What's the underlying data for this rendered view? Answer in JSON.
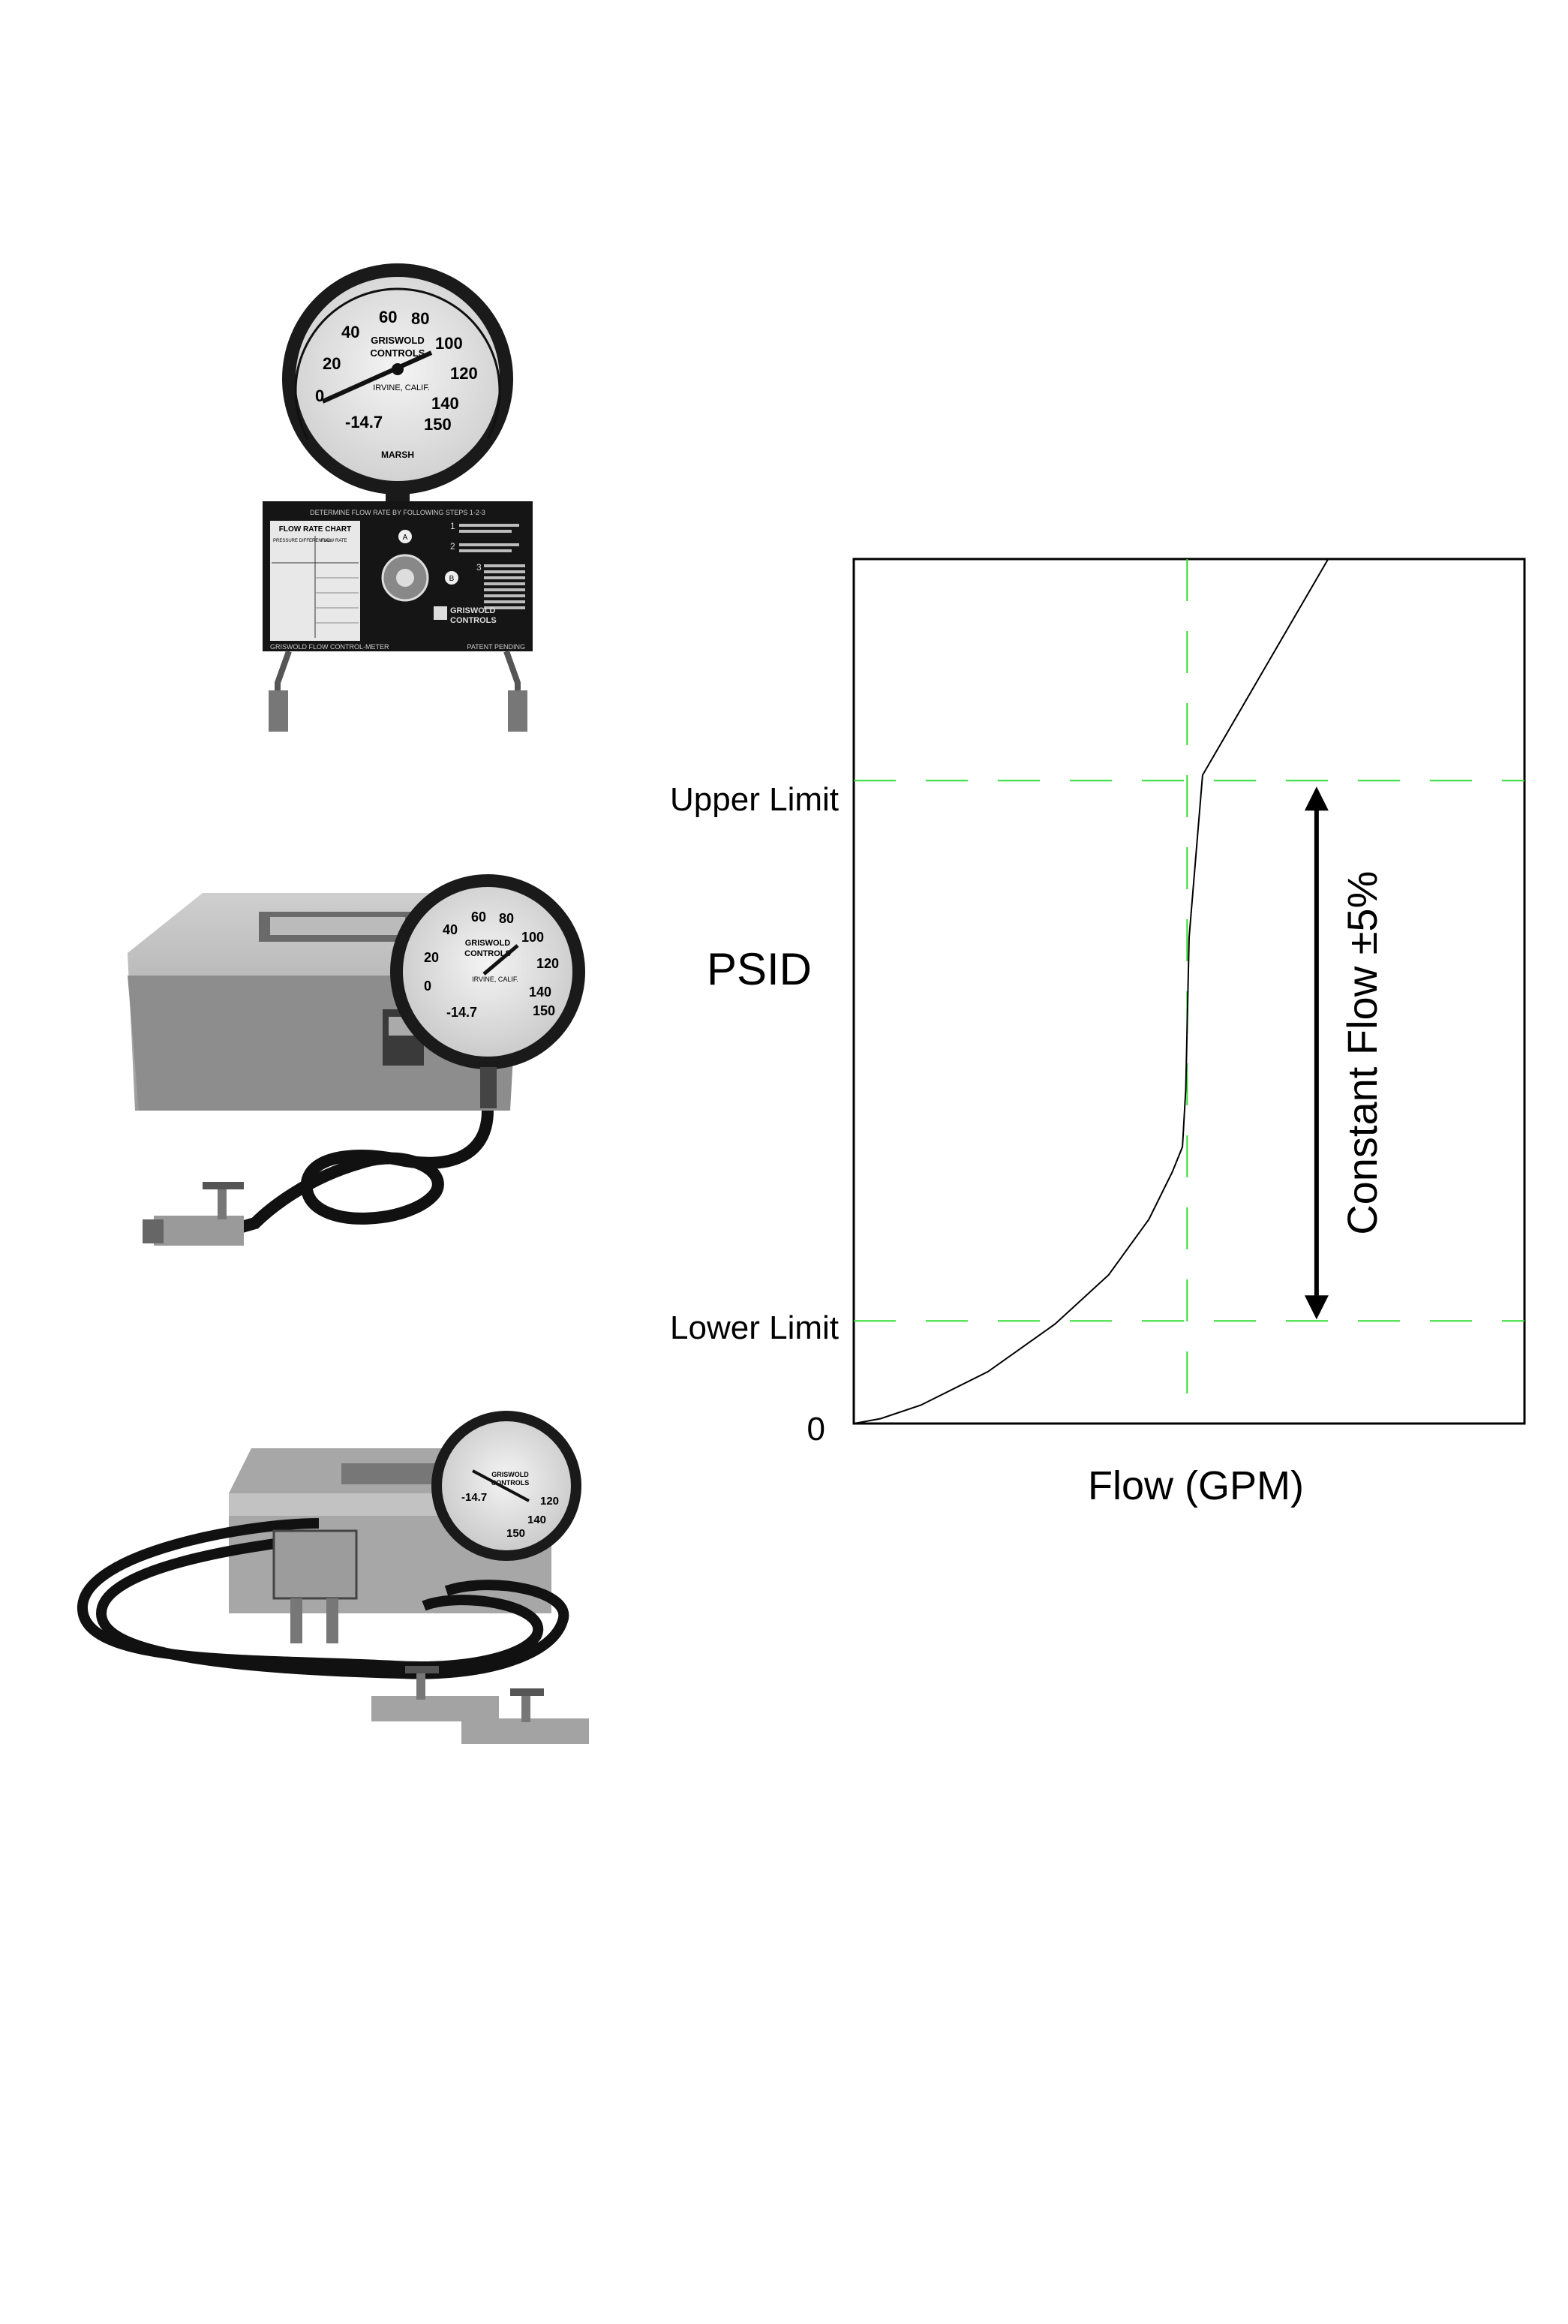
{
  "photos": {
    "meter_panel": {
      "gauge_numbers": [
        "60",
        "80",
        "40",
        "100",
        "20",
        "120",
        "0",
        "140",
        "-14.7",
        "150"
      ],
      "gauge_brand": [
        "GRISWOLD",
        "CONTROLS"
      ],
      "gauge_city": "IRVINE, CALIF.",
      "gauge_maker": "MARSH",
      "panel_heading": "DETERMINE FLOW RATE BY FOLLOWING STEPS 1-2-3",
      "chart_title": "FLOW RATE CHART",
      "chart_col1": "PRESSURE DIFFERENTIAL",
      "chart_col2": "FLOW RATE",
      "valve_a": "A",
      "valve_b": "B",
      "step1": "1",
      "step2": "2",
      "step3": "3",
      "logo_line1": "GRISWOLD",
      "logo_line2": "CONTROLS",
      "footer_left": "GRISWOLD FLOW CONTROL-METER",
      "footer_right": "PATENT PENDING"
    },
    "meter_case_single": {
      "gauge_numbers": [
        "60",
        "80",
        "40",
        "100",
        "20",
        "120",
        "0",
        "140",
        "-14.7",
        "150"
      ],
      "gauge_brand": [
        "GRISWOLD",
        "CONTROLS"
      ],
      "gauge_city": "IRVINE, CALIF."
    },
    "meter_case_dual": {
      "gauge_brand": [
        "GRISWOLD",
        "CONTROLS"
      ],
      "gauge_numbers": [
        "-14.7",
        "120",
        "140",
        "150"
      ]
    }
  },
  "chart_data": {
    "type": "line",
    "ylabel": "PSID",
    "xlabel": "Flow (GPM)",
    "ytick_labels": [
      "0",
      "Lower Limit",
      "Upper Limit"
    ],
    "y_reference_lines": [
      {
        "label": "Lower Limit",
        "style": "dashed",
        "color": "#33dd33"
      },
      {
        "label": "Upper Limit",
        "style": "dashed",
        "color": "#33dd33"
      }
    ],
    "x_reference_line": {
      "style": "dashed",
      "color": "#33dd33"
    },
    "annotation": {
      "text": "Constant Flow ±5%",
      "orientation": "vertical",
      "arrow": "double-headed"
    },
    "grid": false,
    "series": [
      {
        "x": [
          0,
          0.04,
          0.1,
          0.2,
          0.3,
          0.38,
          0.44,
          0.475,
          0.49,
          0.495,
          0.5,
          0.52,
          0.74
        ],
        "y": [
          0,
          0.009,
          0.034,
          0.096,
          0.184,
          0.275,
          0.378,
          0.466,
          0.512,
          0.618,
          0.9,
          1.2,
          1.67
        ]
      }
    ],
    "lower_limit_y": 0.19,
    "upper_limit_y": 1.19,
    "ref_x": 0.497,
    "xlim": [
      0,
      1
    ],
    "ylim": [
      0,
      1.6
    ],
    "colors": {
      "curve": "#000000",
      "reference": "#33dd33",
      "frame": "#000000"
    }
  }
}
